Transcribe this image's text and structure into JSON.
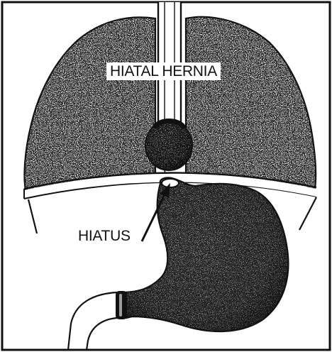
{
  "diagram": {
    "labels": {
      "hernia": "HIATAL HERNIA",
      "hiatus": "HIATUS"
    },
    "structures": [
      "lungs",
      "esophagus",
      "herniated-stomach",
      "diaphragm",
      "stomach",
      "duodenum"
    ],
    "colors": {
      "ink": "#111111",
      "paper": "#ffffff"
    }
  }
}
